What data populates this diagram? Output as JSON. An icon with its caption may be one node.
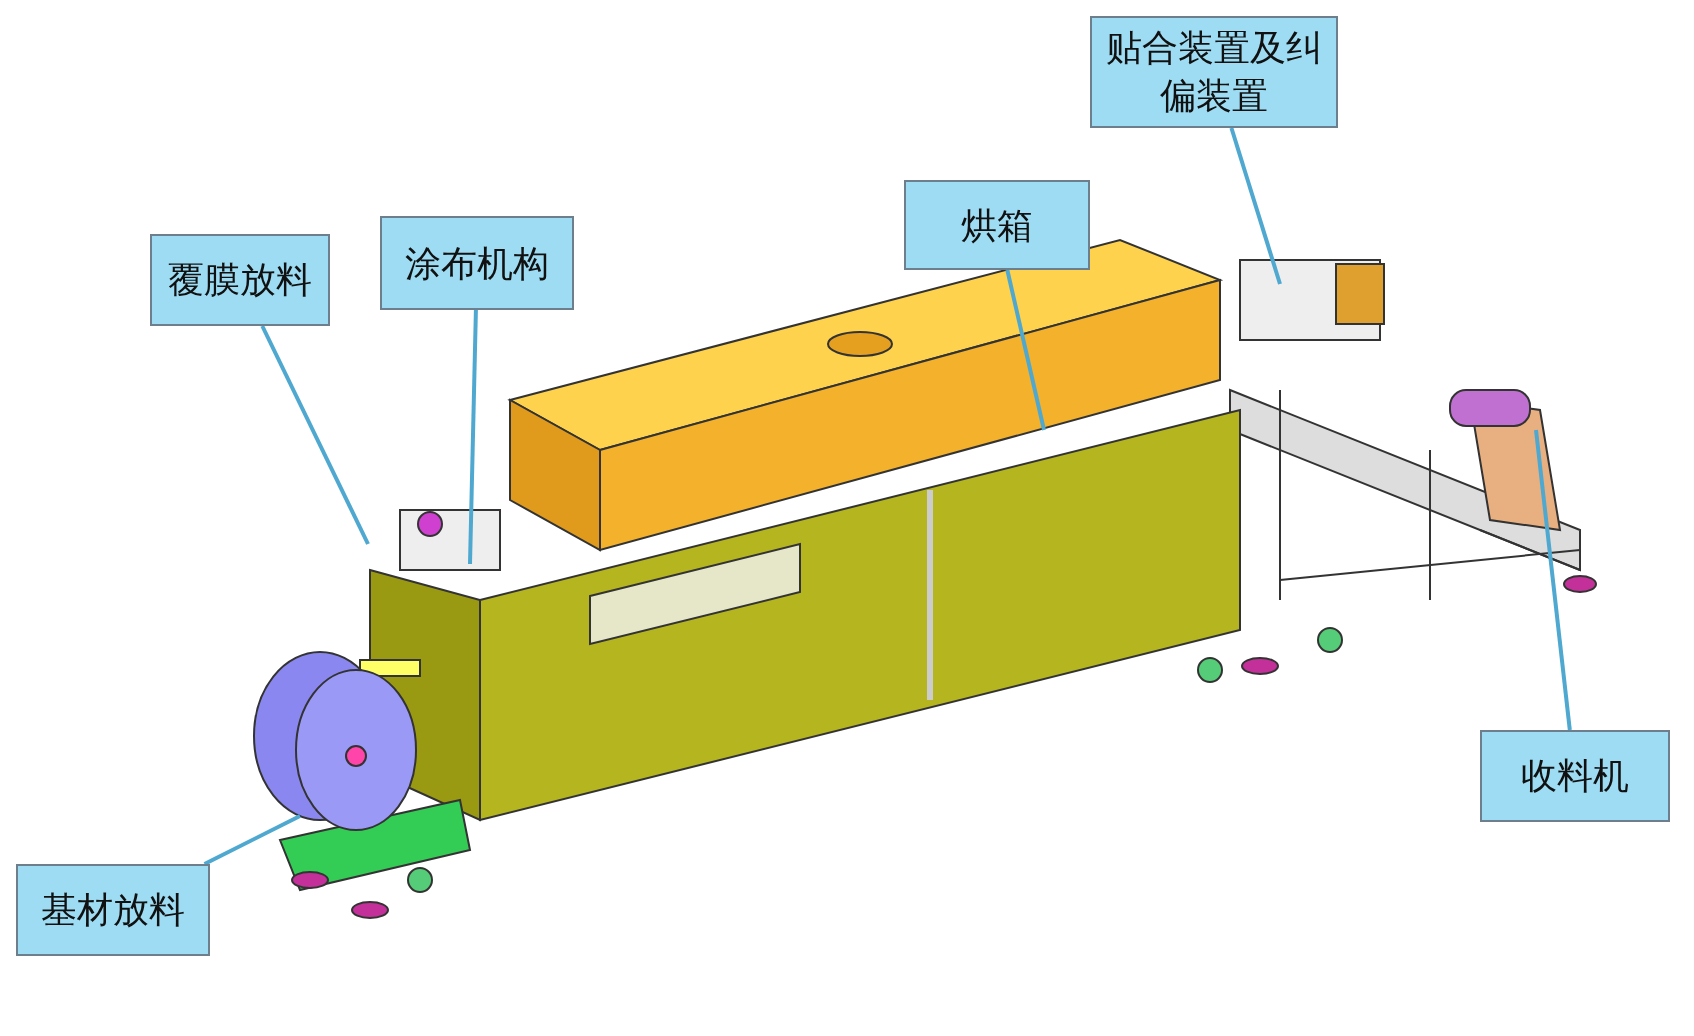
{
  "diagram": {
    "nodes": [
      {
        "text": [
          "覆膜放料"
        ]
      },
      {
        "text": [
          "涂布机构"
        ]
      },
      {
        "text": [
          "烘箱"
        ]
      },
      {
        "text": [
          "贴合装置及纠偏装置"
        ]
      },
      {
        "text": [
          "收料机"
        ]
      },
      {
        "text": [
          "基材放料"
        ]
      }
    ],
    "edges": [
      {
        "from": 0,
        "to": null,
        "arrow": "none"
      },
      {
        "from": 1,
        "to": null,
        "arrow": "none"
      },
      {
        "from": 2,
        "to": null,
        "arrow": "none"
      },
      {
        "from": 3,
        "to": null,
        "arrow": "none"
      },
      {
        "from": 4,
        "to": null,
        "arrow": "none"
      },
      {
        "from": 5,
        "to": null,
        "arrow": "none"
      }
    ]
  }
}
